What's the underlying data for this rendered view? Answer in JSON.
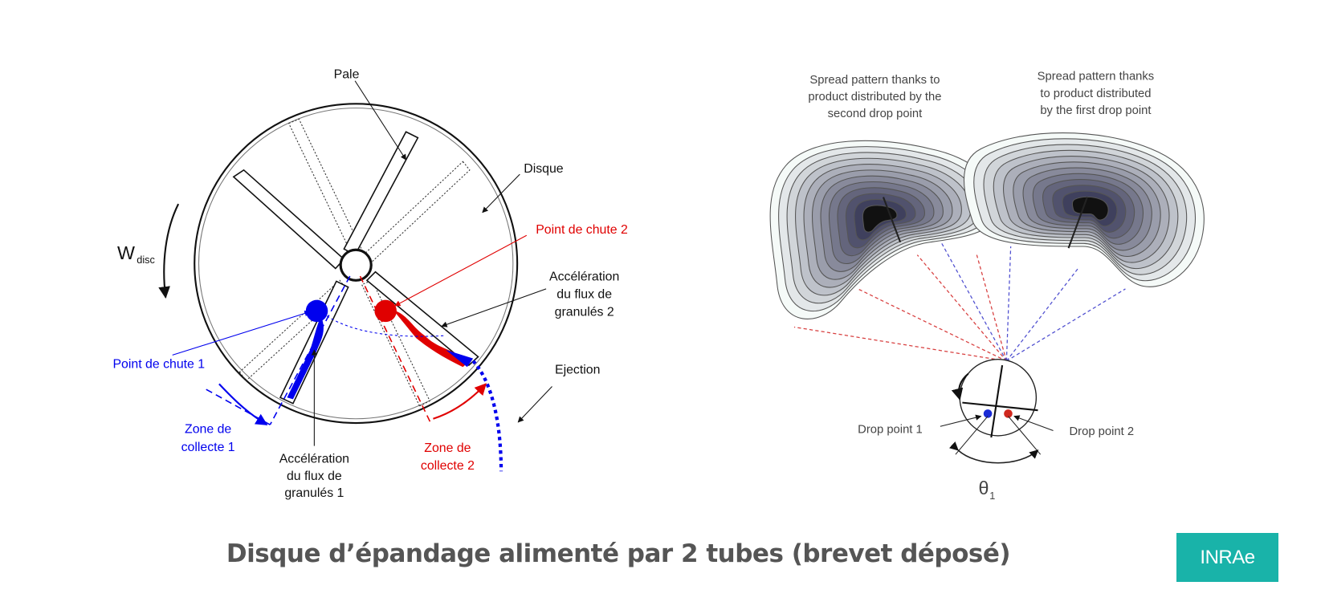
{
  "left_diagram": {
    "labels": {
      "pale": "Pale",
      "disque": "Disque",
      "w": "W",
      "w_sub": "disc",
      "point_chute_2": "Point de chute 2",
      "accel_2": [
        "Accélération",
        "du flux de",
        "granulés 2"
      ],
      "point_chute_1": "Point de chute 1",
      "ejection": "Ejection",
      "zone_1": [
        "Zone de",
        "collecte 1"
      ],
      "accel_1": [
        "Accélération",
        "du flux de",
        "granulés 1"
      ],
      "zone_2": [
        "Zone de",
        "collecte 2"
      ]
    },
    "colors": {
      "drop1": "#0000ee",
      "drop2": "#e00000"
    }
  },
  "right_diagram": {
    "labels": {
      "pattern_second": [
        "Spread pattern thanks to",
        "product distributed by the",
        "second drop point"
      ],
      "pattern_first": [
        "Spread pattern thanks",
        "to product distributed",
        "by the first drop point"
      ],
      "drop_point_1": "Drop point 1",
      "drop_point_2": "Drop point 2",
      "theta": "θ",
      "theta_sub": "1"
    }
  },
  "footer": {
    "title": "Disque d’épandage alimenté par 2 tubes (brevet déposé)",
    "logo": "INRAe",
    "logo_color": "#19b3a9"
  }
}
